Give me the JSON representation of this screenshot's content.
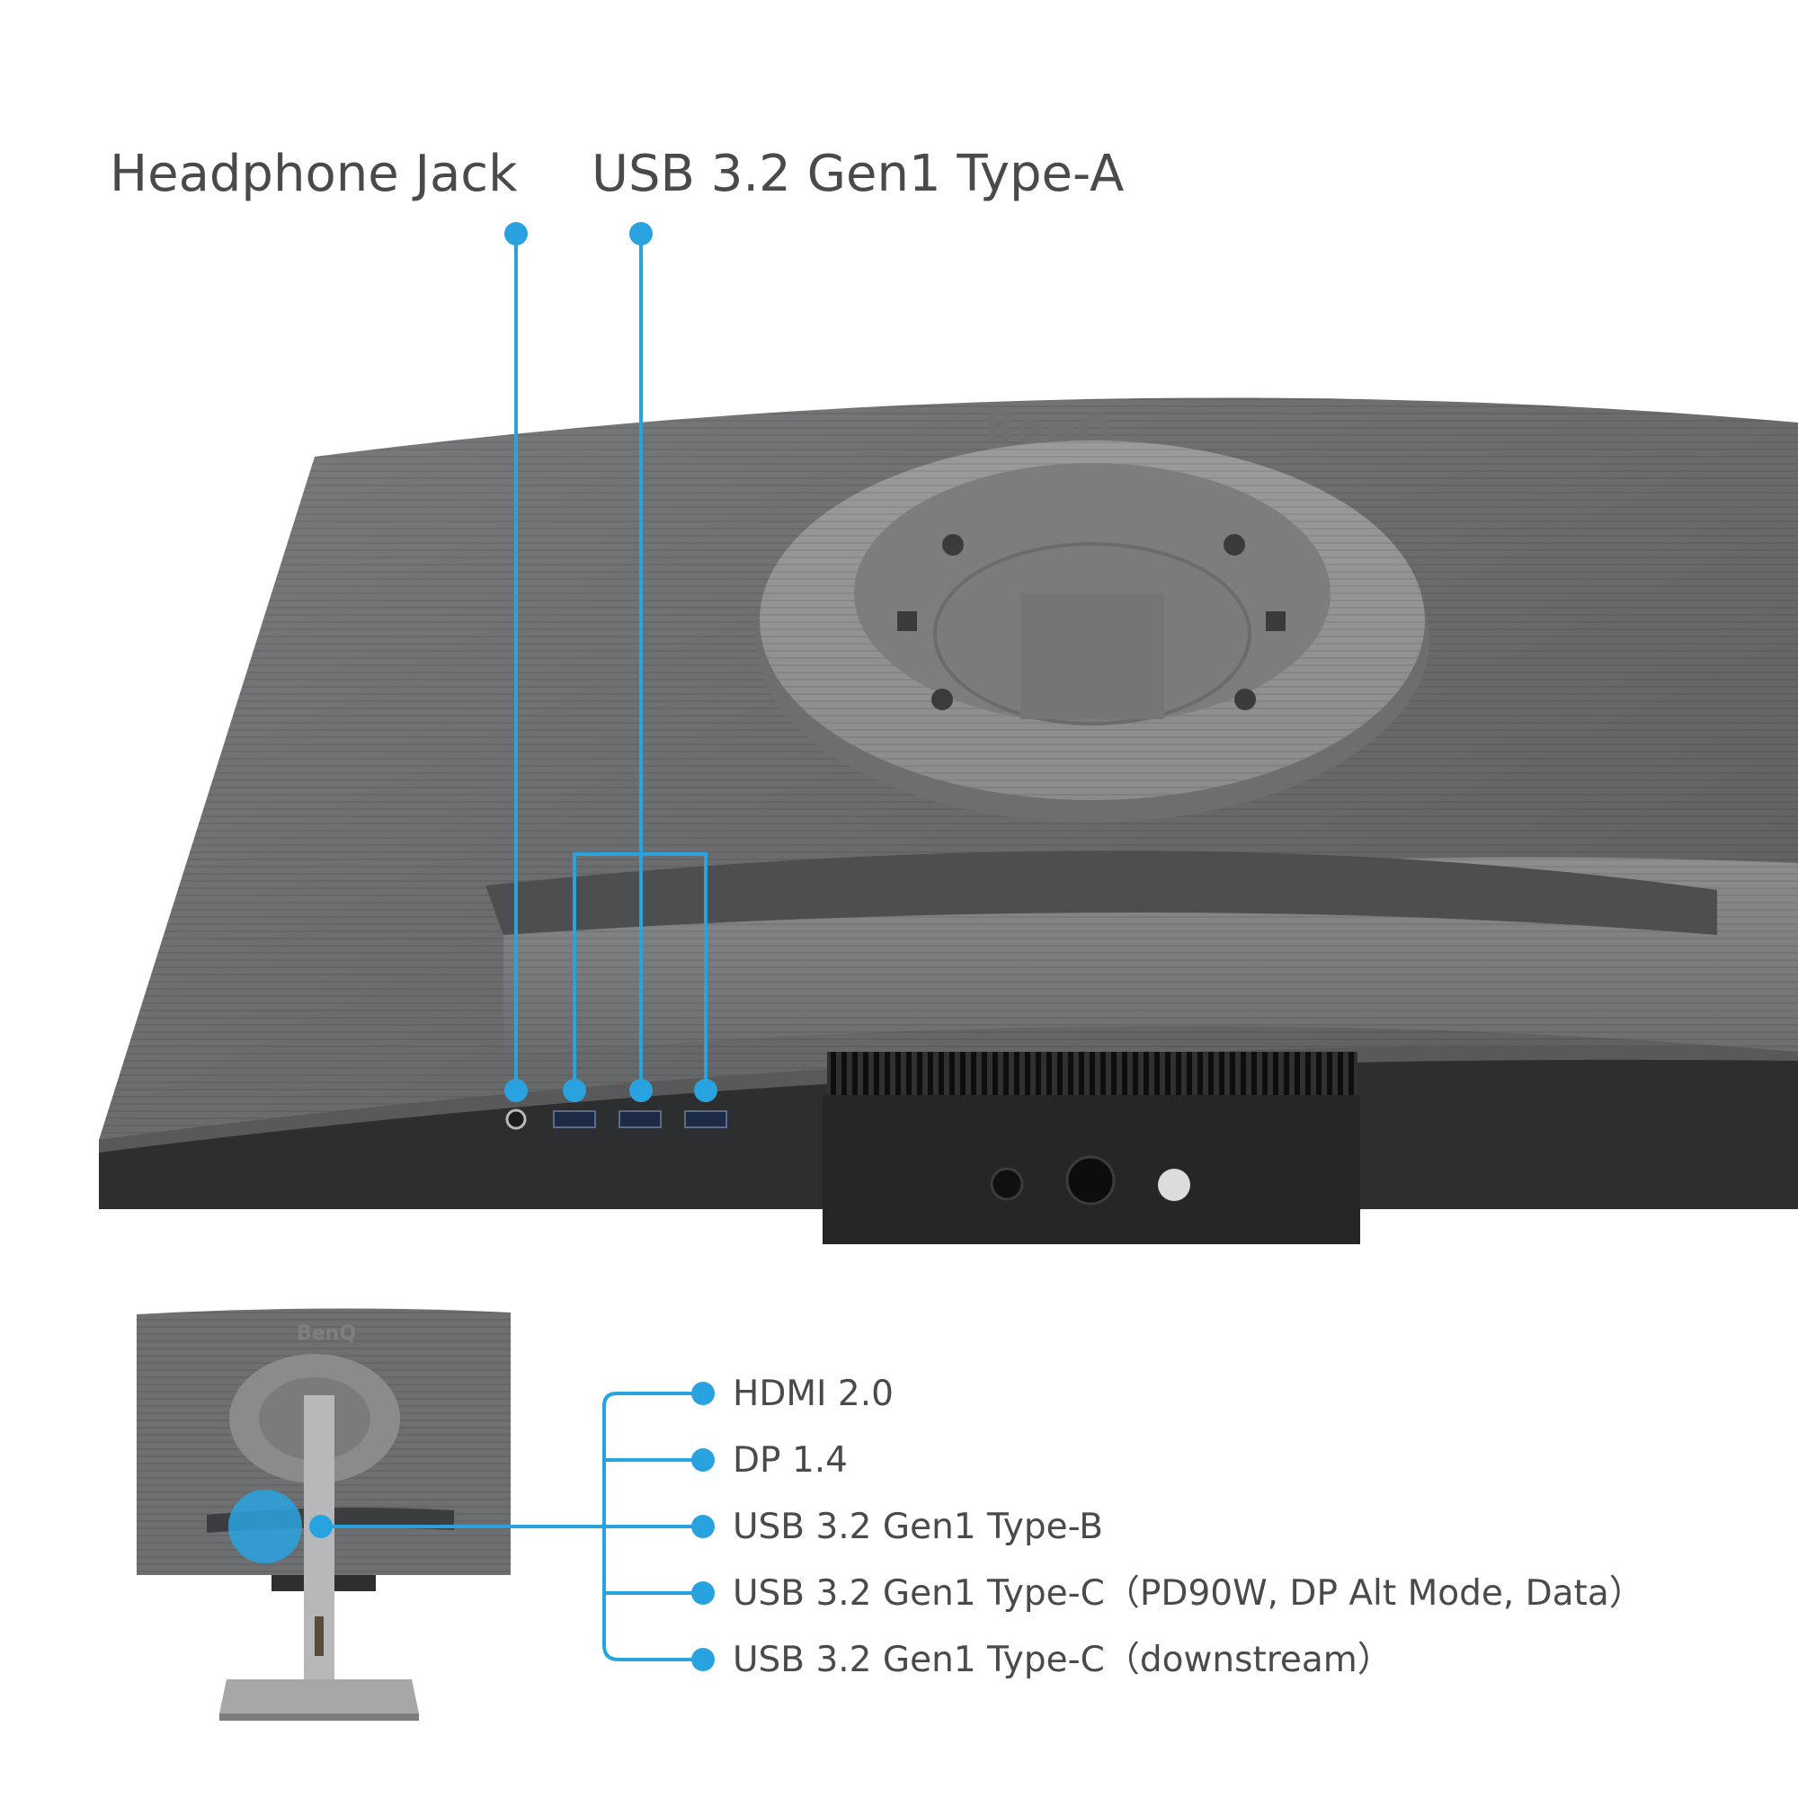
{
  "accent_color": "#29a3df",
  "brand": "BenQ",
  "top_labels": {
    "headphone": "Headphone Jack",
    "usb_a": "USB 3.2 Gen1 Type-A"
  },
  "ports": [
    "HDMI 2.0",
    "DP 1.4",
    "USB 3.2 Gen1 Type-B",
    "USB 3.2 Gen1 Type-C（PD90W, DP Alt Mode, Data）",
    "USB 3.2 Gen1 Type-C（downstream）"
  ],
  "icons": {
    "headphone": "headphone-icon",
    "usb": "usb-icon"
  }
}
